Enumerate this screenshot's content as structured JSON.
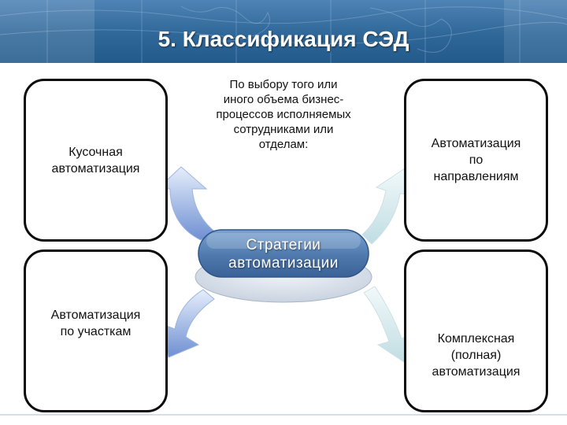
{
  "slide": {
    "title": "5. Классификация СЭД",
    "center_note": "По выбору того или\nиного объема бизнес-\nпроцессов исполняемых\nсотрудниками или\nотделам:",
    "hub_label": "Стратегии\nавтоматизации"
  },
  "boxes": {
    "top_left": "Кусочная\nавтоматизация",
    "bottom_left": "Автоматизация\nпо участкам",
    "top_right": "Автоматизация\nпо\nнаправлениям",
    "bottom_right": "Комплексная\n(полная)\nавтоматизация"
  },
  "colors": {
    "header": "#2f6799",
    "hub_fill": "#5b86ba",
    "box_border": "#0b0b0b",
    "arrow_left": "#7a9bd8",
    "arrow_right": "#cfe6ea"
  }
}
